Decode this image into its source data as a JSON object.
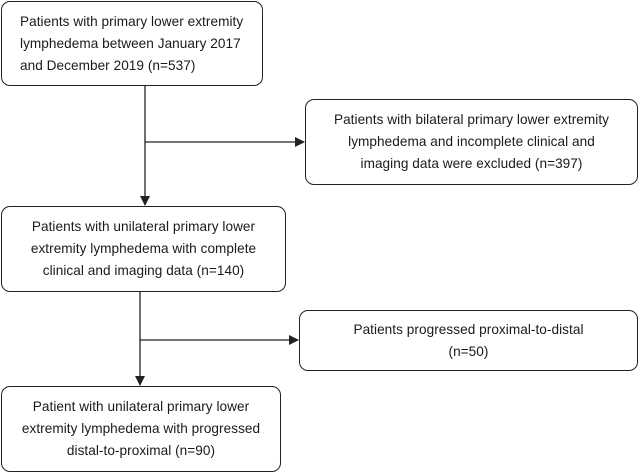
{
  "flowchart": {
    "enrolled": {
      "lines": [
        "Patients with primary lower extremity",
        "lymphedema between January 2017",
        "and December 2019 (n=537)"
      ]
    },
    "excluded": {
      "lines": [
        "Patients with bilateral primary lower extremity",
        "lymphedema and incomplete clinical and",
        "imaging data were excluded (n=397)"
      ]
    },
    "included": {
      "lines": [
        "Patients with unilateral primary lower",
        "extremity lymphedema with complete",
        "clinical and imaging data (n=140)"
      ]
    },
    "proximal_to_distal": {
      "lines": [
        "Patients progressed proximal-to-distal",
        "(n=50)"
      ]
    },
    "distal_to_proximal": {
      "lines": [
        "Patient with unilateral primary lower",
        "extremity lymphedema with progressed",
        "distal-to-proximal (n=90)"
      ]
    },
    "colors": {
      "stroke": "#222222",
      "text": "#1a1a1a",
      "background": "#ffffff"
    }
  }
}
